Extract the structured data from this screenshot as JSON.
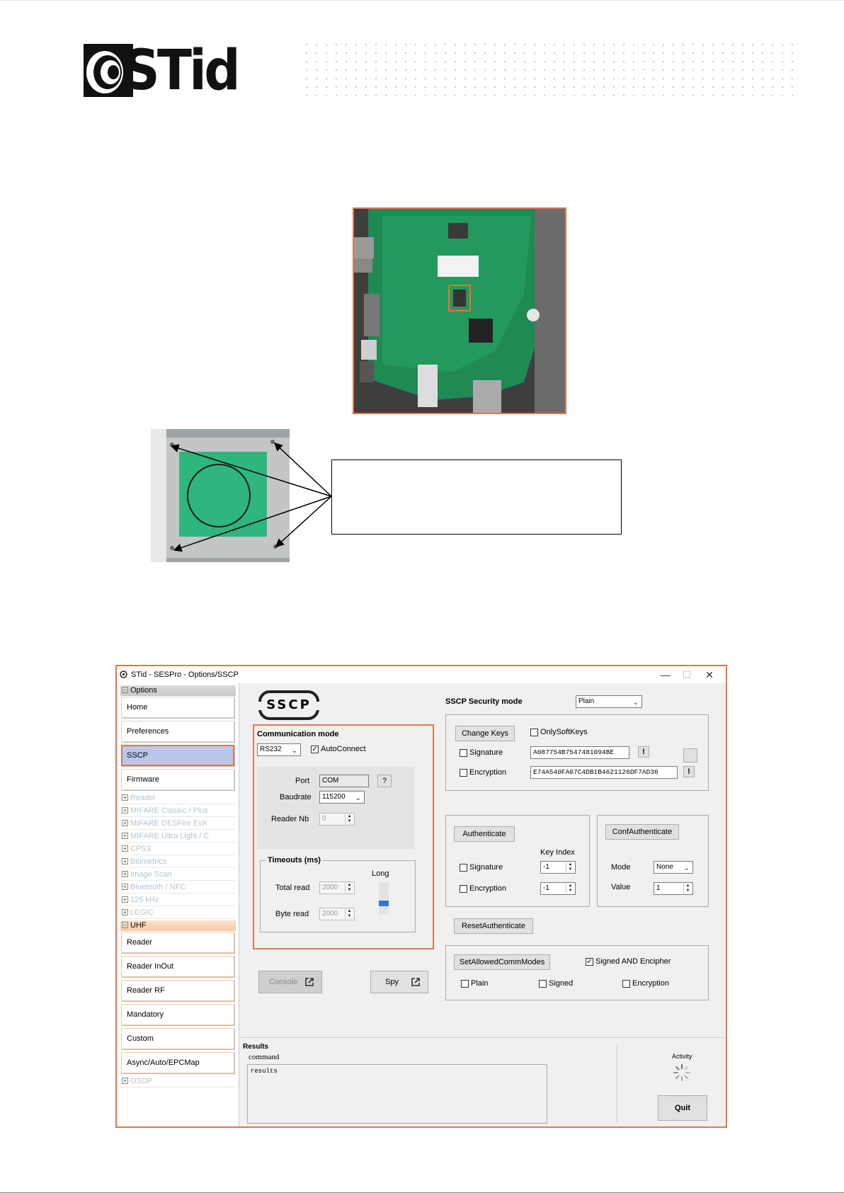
{
  "logo": {
    "text": "STid"
  },
  "window": {
    "title": "STid - SESPro - Options/SSCP",
    "controls": {
      "minimize": "—",
      "maximize": "☐",
      "close": "✕"
    }
  },
  "sidebar": {
    "options_group": "Options",
    "options_items": [
      "Home",
      "Preferences",
      "SSCP",
      "Firmware"
    ],
    "collapsed_groups": [
      "Reader",
      "MIFARE Classic / Plus",
      "MIFARE DESFire EvX",
      "MIFARE Ultra Light / C",
      "CPS3",
      "Biometrics",
      "Image Scan",
      "Bluetooth / NFC",
      "125 kHz",
      "LEGIC"
    ],
    "uhf_group": "UHF",
    "uhf_items": [
      "Reader",
      "Reader InOut",
      "Reader RF",
      "Mandatory",
      "Custom",
      "Async/Auto/EPCMap"
    ],
    "last_group": "OSDP"
  },
  "sscp_logo": "SSCP",
  "comm": {
    "title": "Communication mode",
    "mode_value": "RS232",
    "autoconnect_label": "AutoConnect",
    "autoconnect_checked": true,
    "port_label": "Port",
    "port_value": "COM",
    "port_help": "?",
    "baudrate_label": "Baudrate",
    "baudrate_value": "115200",
    "readernb_label": "Reader Nb",
    "readernb_value": "0",
    "timeouts_title": "Timeouts (ms)",
    "long_label": "Long",
    "total_read_label": "Total read",
    "total_read_value": "2000",
    "byte_read_label": "Byte read",
    "byte_read_value": "2000"
  },
  "console_label": "Console",
  "spy_label": "Spy",
  "security": {
    "title": "SSCP Security mode",
    "mode_value": "Plain",
    "change_keys": "Change Keys",
    "only_soft_keys": "OnlySoftKeys",
    "signature_label": "Signature",
    "signature_key": "A087754B7547481094BE",
    "encryption_label": "Encryption",
    "encryption_key": "E74A540FA07C4DB1B4621126DF7AD36",
    "warn": "!"
  },
  "auth": {
    "authenticate": "Authenticate",
    "key_index_label": "Key Index",
    "signature_label": "Signature",
    "signature_index": "-1",
    "encryption_label": "Encryption",
    "encryption_index": "-1",
    "conf_authenticate": "ConfAuthenticate",
    "mode_label": "Mode",
    "mode_value": "None",
    "value_label": "Value",
    "value_value": "1",
    "reset_authenticate": "ResetAuthenticate"
  },
  "commmodes": {
    "set_allowed": "SetAllowedCommModes",
    "signed_and_encipher": "Signed AND Encipher",
    "plain": "Plain",
    "signed": "Signed",
    "encryption": "Encryption"
  },
  "results": {
    "title": "Results",
    "command_label": "command",
    "results_text": "results",
    "activity_label": "Activity",
    "quit": "Quit"
  }
}
